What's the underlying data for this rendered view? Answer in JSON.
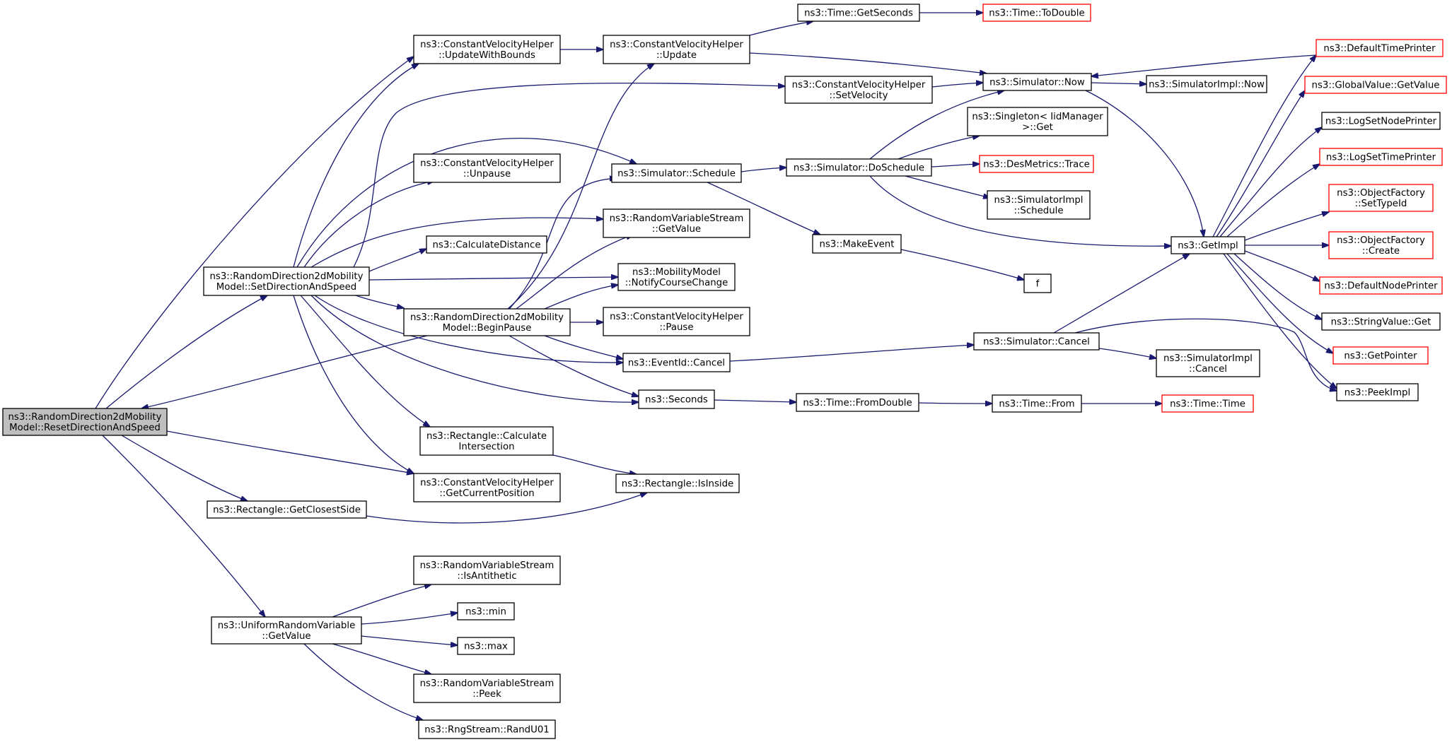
{
  "colors": {
    "edge": "#191970",
    "node_border": "#000000",
    "node_border_truncated": "#ff0000",
    "root_fill": "#bfbfbf",
    "node_fill": "#ffffff"
  },
  "nodes": [
    {
      "id": "root",
      "lines": [
        "ns3::RandomDirection2dMobility",
        "Model::ResetDirectionAndSpeed"
      ],
      "kind": "root"
    },
    {
      "id": "setdir",
      "lines": [
        "ns3::RandomDirection2dMobility",
        "Model::SetDirectionAndSpeed"
      ]
    },
    {
      "id": "getclosest",
      "lines": [
        "ns3::Rectangle::GetClosestSide"
      ]
    },
    {
      "id": "urv",
      "lines": [
        "ns3::UniformRandomVariable",
        "::GetValue"
      ]
    },
    {
      "id": "cvh_ub",
      "lines": [
        "ns3::ConstantVelocityHelper",
        "::UpdateWithBounds"
      ]
    },
    {
      "id": "cvh_unpause",
      "lines": [
        "ns3::ConstantVelocityHelper",
        "::Unpause"
      ]
    },
    {
      "id": "calcdist",
      "lines": [
        "ns3::CalculateDistance"
      ]
    },
    {
      "id": "beginpause",
      "lines": [
        "ns3::RandomDirection2dMobility",
        "Model::BeginPause"
      ]
    },
    {
      "id": "rect_ci",
      "lines": [
        "ns3::Rectangle::Calculate",
        "Intersection"
      ]
    },
    {
      "id": "cvh_gcp",
      "lines": [
        "ns3::ConstantVelocityHelper",
        "::GetCurrentPosition"
      ]
    },
    {
      "id": "rvs_anti",
      "lines": [
        "ns3::RandomVariableStream",
        "::IsAntithetic"
      ]
    },
    {
      "id": "min",
      "lines": [
        "ns3::min"
      ]
    },
    {
      "id": "max",
      "lines": [
        "ns3::max"
      ]
    },
    {
      "id": "rvs_peek",
      "lines": [
        "ns3::RandomVariableStream",
        "::Peek"
      ]
    },
    {
      "id": "randu01",
      "lines": [
        "ns3::RngStream::RandU01"
      ]
    },
    {
      "id": "cvh_update",
      "lines": [
        "ns3::ConstantVelocityHelper",
        "::Update"
      ]
    },
    {
      "id": "sim_sched",
      "lines": [
        "ns3::Simulator::Schedule"
      ]
    },
    {
      "id": "rvs_getvalue",
      "lines": [
        "ns3::RandomVariableStream",
        "::GetValue"
      ]
    },
    {
      "id": "mm_ncc",
      "lines": [
        "ns3::MobilityModel",
        "::NotifyCourseChange"
      ]
    },
    {
      "id": "cvh_pause",
      "lines": [
        "ns3::ConstantVelocityHelper",
        "::Pause"
      ]
    },
    {
      "id": "evid_cancel",
      "lines": [
        "ns3::EventId::Cancel"
      ]
    },
    {
      "id": "seconds",
      "lines": [
        "ns3::Seconds"
      ]
    },
    {
      "id": "rect_inside",
      "lines": [
        "ns3::Rectangle::IsInside"
      ]
    },
    {
      "id": "time_gs",
      "lines": [
        "ns3::Time::GetSeconds"
      ]
    },
    {
      "id": "cvh_setvel",
      "lines": [
        "ns3::ConstantVelocityHelper",
        "::SetVelocity"
      ]
    },
    {
      "id": "sim_dosched",
      "lines": [
        "ns3::Simulator::DoSchedule"
      ]
    },
    {
      "id": "makeevent",
      "lines": [
        "ns3::MakeEvent"
      ]
    },
    {
      "id": "f",
      "lines": [
        "f"
      ]
    },
    {
      "id": "time_fd",
      "lines": [
        "ns3::Time::FromDouble"
      ]
    },
    {
      "id": "time_todouble",
      "lines": [
        "ns3::Time::ToDouble"
      ],
      "kind": "truncated"
    },
    {
      "id": "sim_now",
      "lines": [
        "ns3::Simulator::Now"
      ]
    },
    {
      "id": "singleton",
      "lines": [
        "ns3::Singleton< IidManager",
        ">::Get"
      ]
    },
    {
      "id": "desmetrics",
      "lines": [
        "ns3::DesMetrics::Trace"
      ],
      "kind": "truncated"
    },
    {
      "id": "simimpl_sched",
      "lines": [
        "ns3::SimulatorImpl",
        "::Schedule"
      ]
    },
    {
      "id": "sim_cancel",
      "lines": [
        "ns3::Simulator::Cancel"
      ]
    },
    {
      "id": "time_from",
      "lines": [
        "ns3::Time::From"
      ]
    },
    {
      "id": "simimpl_now",
      "lines": [
        "ns3::SimulatorImpl::Now"
      ]
    },
    {
      "id": "getimpl",
      "lines": [
        "ns3::GetImpl"
      ]
    },
    {
      "id": "simimpl_cancel",
      "lines": [
        "ns3::SimulatorImpl",
        "::Cancel"
      ]
    },
    {
      "id": "time_time",
      "lines": [
        "ns3::Time::Time"
      ],
      "kind": "truncated"
    },
    {
      "id": "deftp",
      "lines": [
        "ns3::DefaultTimePrinter"
      ],
      "kind": "truncated"
    },
    {
      "id": "gv_getvalue",
      "lines": [
        "ns3::GlobalValue::GetValue"
      ],
      "kind": "truncated"
    },
    {
      "id": "logsetnp",
      "lines": [
        "ns3::LogSetNodePrinter"
      ]
    },
    {
      "id": "logsettp",
      "lines": [
        "ns3::LogSetTimePrinter"
      ],
      "kind": "truncated"
    },
    {
      "id": "of_settypeid",
      "lines": [
        "ns3::ObjectFactory",
        "::SetTypeId"
      ],
      "kind": "truncated"
    },
    {
      "id": "of_create",
      "lines": [
        "ns3::ObjectFactory",
        "::Create"
      ],
      "kind": "truncated"
    },
    {
      "id": "defnp",
      "lines": [
        "ns3::DefaultNodePrinter"
      ],
      "kind": "truncated"
    },
    {
      "id": "sv_get",
      "lines": [
        "ns3::StringValue::Get"
      ]
    },
    {
      "id": "getpointer",
      "lines": [
        "ns3::GetPointer"
      ],
      "kind": "truncated"
    },
    {
      "id": "peekimpl",
      "lines": [
        "ns3::PeekImpl"
      ]
    }
  ],
  "edges": [
    [
      "root",
      "cvh_ub"
    ],
    [
      "root",
      "setdir"
    ],
    [
      "root",
      "cvh_gcp"
    ],
    [
      "root",
      "getclosest"
    ],
    [
      "root",
      "urv"
    ],
    [
      "setdir",
      "cvh_ub"
    ],
    [
      "setdir",
      "cvh_setvel"
    ],
    [
      "setdir",
      "sim_sched"
    ],
    [
      "setdir",
      "cvh_unpause"
    ],
    [
      "setdir",
      "rvs_getvalue"
    ],
    [
      "setdir",
      "calcdist"
    ],
    [
      "setdir",
      "mm_ncc"
    ],
    [
      "setdir",
      "beginpause"
    ],
    [
      "setdir",
      "evid_cancel"
    ],
    [
      "setdir",
      "seconds"
    ],
    [
      "setdir",
      "rect_ci"
    ],
    [
      "setdir",
      "cvh_gcp"
    ],
    [
      "beginpause",
      "cvh_update"
    ],
    [
      "beginpause",
      "sim_sched"
    ],
    [
      "beginpause",
      "rvs_getvalue"
    ],
    [
      "beginpause",
      "mm_ncc"
    ],
    [
      "beginpause",
      "cvh_pause"
    ],
    [
      "beginpause",
      "evid_cancel"
    ],
    [
      "beginpause",
      "seconds"
    ],
    [
      "beginpause",
      "root"
    ],
    [
      "rect_ci",
      "rect_inside"
    ],
    [
      "getclosest",
      "rect_inside"
    ],
    [
      "urv",
      "rvs_anti"
    ],
    [
      "urv",
      "min"
    ],
    [
      "urv",
      "max"
    ],
    [
      "urv",
      "rvs_peek"
    ],
    [
      "urv",
      "randu01"
    ],
    [
      "cvh_ub",
      "cvh_update"
    ],
    [
      "cvh_update",
      "time_gs"
    ],
    [
      "cvh_update",
      "sim_now"
    ],
    [
      "time_gs",
      "time_todouble"
    ],
    [
      "cvh_setvel",
      "sim_now"
    ],
    [
      "sim_sched",
      "sim_dosched"
    ],
    [
      "sim_sched",
      "makeevent"
    ],
    [
      "makeevent",
      "f"
    ],
    [
      "sim_dosched",
      "sim_now"
    ],
    [
      "sim_dosched",
      "singleton"
    ],
    [
      "sim_dosched",
      "desmetrics"
    ],
    [
      "sim_dosched",
      "simimpl_sched"
    ],
    [
      "sim_dosched",
      "getimpl"
    ],
    [
      "evid_cancel",
      "sim_cancel"
    ],
    [
      "sim_cancel",
      "getimpl"
    ],
    [
      "sim_cancel",
      "simimpl_cancel"
    ],
    [
      "sim_cancel",
      "peekimpl"
    ],
    [
      "seconds",
      "time_fd"
    ],
    [
      "time_fd",
      "time_from"
    ],
    [
      "time_from",
      "time_time"
    ],
    [
      "sim_now",
      "simimpl_now"
    ],
    [
      "sim_now",
      "getimpl"
    ],
    [
      "deftp",
      "sim_now"
    ],
    [
      "getimpl",
      "deftp"
    ],
    [
      "getimpl",
      "gv_getvalue"
    ],
    [
      "getimpl",
      "logsetnp"
    ],
    [
      "getimpl",
      "logsettp"
    ],
    [
      "getimpl",
      "of_settypeid"
    ],
    [
      "getimpl",
      "of_create"
    ],
    [
      "getimpl",
      "defnp"
    ],
    [
      "getimpl",
      "sv_get"
    ],
    [
      "getimpl",
      "getpointer"
    ],
    [
      "getimpl",
      "peekimpl"
    ]
  ]
}
